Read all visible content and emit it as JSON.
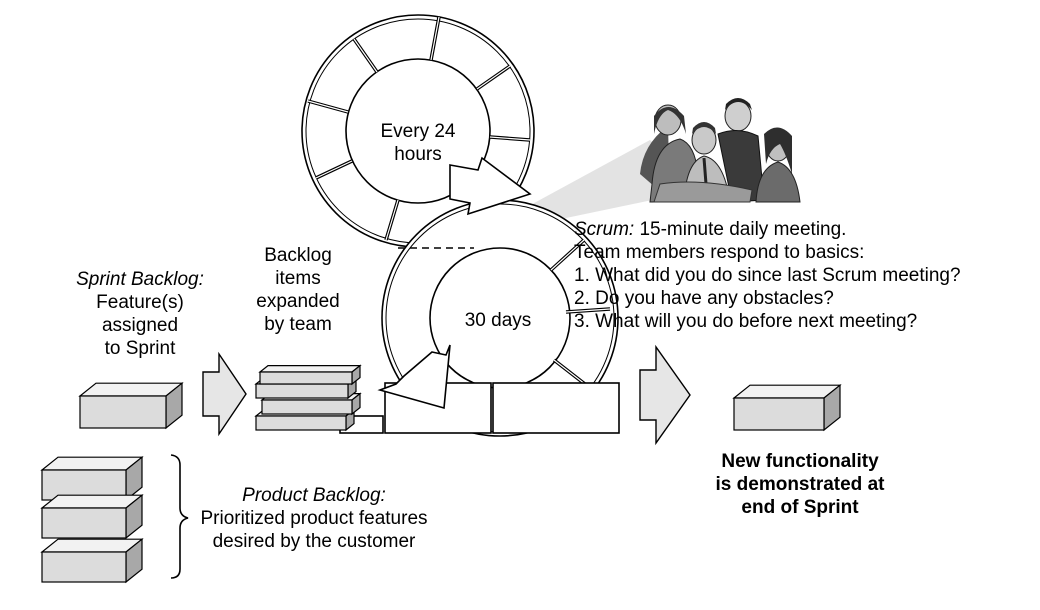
{
  "sprint_backlog": {
    "title": "Sprint Backlog:",
    "lines": [
      "Feature(s)",
      "assigned",
      "to Sprint"
    ]
  },
  "team_backlog": {
    "lines": [
      "Backlog",
      "items",
      "expanded",
      "by team"
    ]
  },
  "daily_cycle": {
    "line1": "Every 24",
    "line2": "hours"
  },
  "sprint_cycle": {
    "label": "30 days"
  },
  "scrum_meeting": {
    "title": "Scrum:",
    "title_rest": " 15-minute daily meeting.",
    "lines": [
      "Team members respond to basics:",
      "1. What did you do since last Scrum meeting?",
      "2. Do you have any obstacles?",
      "3. What will you do before next meeting?"
    ]
  },
  "product_backlog": {
    "title": "Product Backlog:",
    "lines": [
      "Prioritized product features",
      "desired by the customer"
    ]
  },
  "result": {
    "lines": [
      "New functionality",
      "is demonstrated at",
      "end of Sprint"
    ]
  },
  "colors": {
    "box_front": "#dcdcdc",
    "box_top": "#f2f2f2",
    "box_side": "#a8a8a8",
    "arrow_fill": "#e6e6e6",
    "beam": "#e3e3e3",
    "stroke": "#000000"
  },
  "icons": [
    "team-meeting-photo-icon",
    "feature-box-icon",
    "process-arrow-icon"
  ]
}
